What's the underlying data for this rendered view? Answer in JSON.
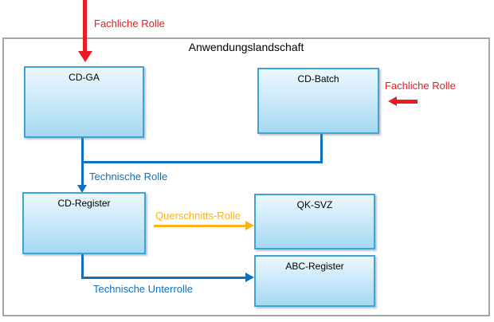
{
  "diagram": {
    "frame_title": "Anwendungslandschaft",
    "nodes": [
      {
        "id": "cd-ga",
        "label": "CD-GA"
      },
      {
        "id": "cd-batch",
        "label": "CD-Batch"
      },
      {
        "id": "cd-register",
        "label": "CD-Register"
      },
      {
        "id": "qk-svz",
        "label": "QK-SVZ"
      },
      {
        "id": "abc-register",
        "label": "ABC-Register"
      }
    ],
    "edge_labels": {
      "fachliche_rolle_top": "Fachliche Rolle",
      "fachliche_rolle_right": "Fachliche Rolle",
      "technische_rolle": "Technische Rolle",
      "querschnitts_rolle": "Querschnitts-Rolle",
      "technische_unterrolle": "Technische Unterrolle"
    },
    "colors": {
      "fachliche_rolle": "#e91c23",
      "technische_rolle": "#1170bd",
      "querschnitts_rolle": "#fbb117",
      "node_border": "#3ba5da",
      "node_fill_top": "#ecf7fd",
      "node_fill_bottom": "#a5d9f1",
      "frame_border": "#a6a6a6",
      "title_text": "#000000"
    }
  }
}
